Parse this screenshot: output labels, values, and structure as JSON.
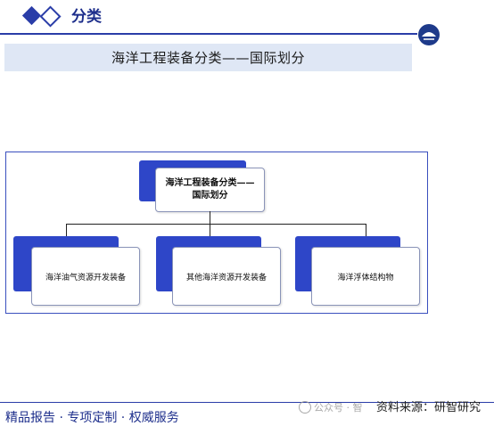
{
  "header": {
    "title": "分类",
    "banner": "海洋工程装备分类——国际划分"
  },
  "diagram": {
    "root": {
      "line1": "海洋工程装备分类——",
      "line2": "国际划分"
    },
    "leaves": [
      "海洋油气资源开发装备",
      "其他海洋资源开发装备",
      "海洋浮体结构物"
    ]
  },
  "footer": {
    "left": "精品报告 · 专项定制 · 权威服务",
    "source": "资料来源：研智研究",
    "watermark": "公众号 · 智"
  },
  "colors": {
    "primary": "#2a3da8",
    "accent_box": "#2e46c8",
    "banner_bg": "#dfe7f5"
  }
}
